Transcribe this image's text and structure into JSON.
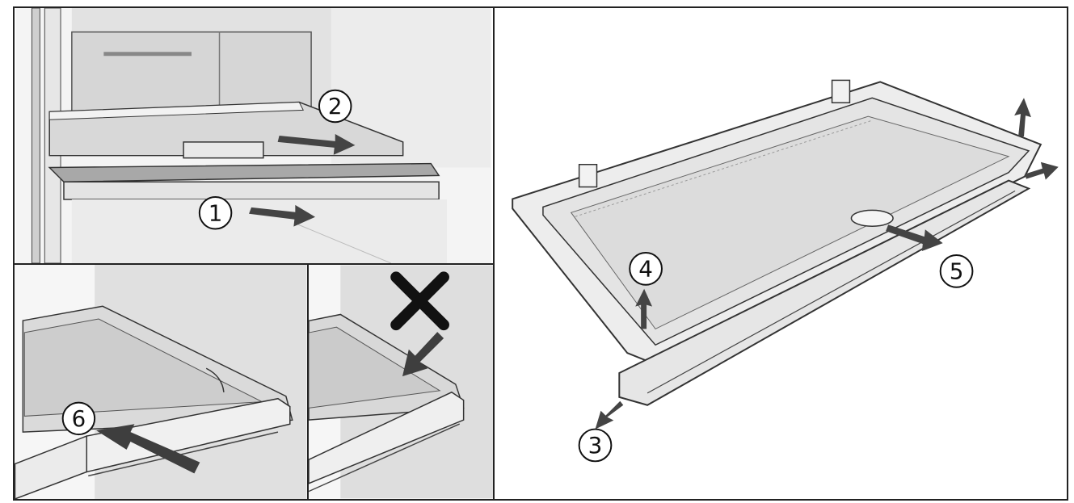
{
  "steps": {
    "s1": "1",
    "s2": "2",
    "s3": "3",
    "s4": "4",
    "s5": "5",
    "s6": "6"
  },
  "colors": {
    "line": "#222222",
    "wall": "#dcdcdc",
    "shelf_top": "#cfcfcf",
    "shelf_edge": "#9e9e9e",
    "arrow": "#444444",
    "glass": "#e9e9e9"
  },
  "icons": [
    "pull-arrow-icon",
    "lift-arrow-icon",
    "push-arrow-icon",
    "cross-icon",
    "down-arrow-icon"
  ]
}
